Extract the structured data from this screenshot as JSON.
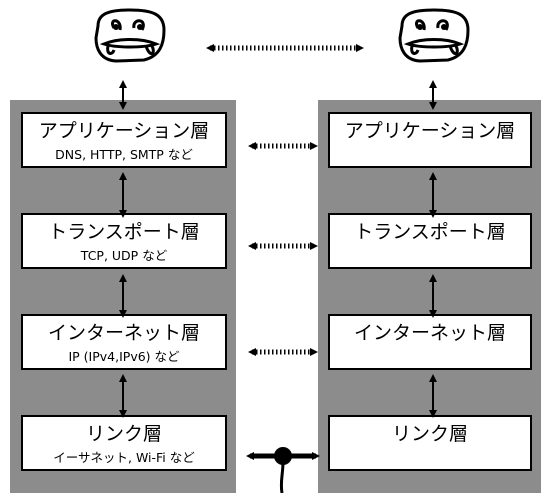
{
  "left_stack": {
    "layers": [
      {
        "name": "アプリケーション層",
        "protocols": "DNS, HTTP, SMTP など"
      },
      {
        "name": "トランスポート層",
        "protocols": "TCP, UDP など"
      },
      {
        "name": "インターネット層",
        "protocols": "IP (IPv4,IPv6) など"
      },
      {
        "name": "リンク層",
        "protocols": "イーサネット, Wi-Fi など"
      }
    ]
  },
  "right_stack": {
    "layers": [
      {
        "name": "アプリケーション層"
      },
      {
        "name": "トランスポート層"
      },
      {
        "name": "インターネット層"
      },
      {
        "name": "リンク層"
      }
    ]
  },
  "icons": {
    "user_face": "user-face-icon",
    "physical_link": "network-cable-icon"
  }
}
